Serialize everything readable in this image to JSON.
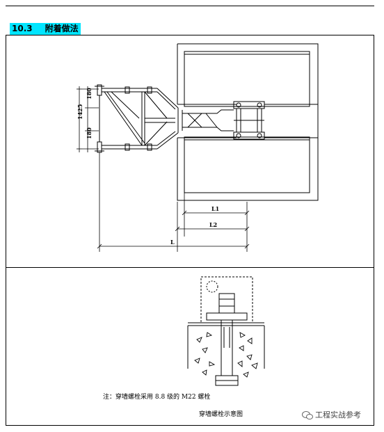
{
  "section": {
    "number": "10.3",
    "title": "附着做法"
  },
  "diagram_top": {
    "dim_left_total": "1425",
    "dim_left_upper": "180",
    "dim_left_lower": "180",
    "dim_L1": "L1",
    "dim_L2": "L2",
    "dim_L": "L"
  },
  "diagram_bottom": {
    "note": "注：穿墙螺栓采用 8.8 级的 M22 螺栓",
    "caption": "穿墙螺栓示意图"
  },
  "watermark": {
    "text": "工程实战参考"
  }
}
